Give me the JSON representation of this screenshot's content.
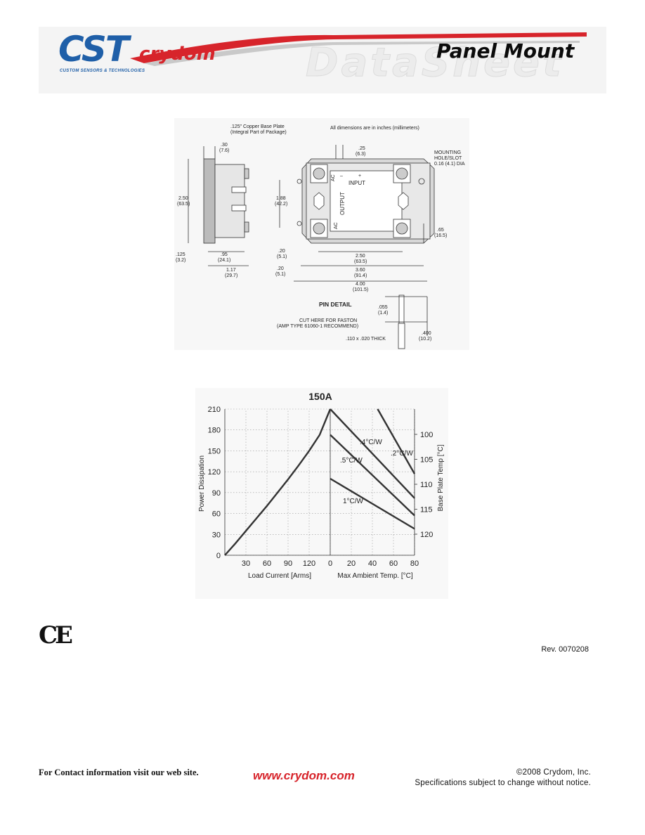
{
  "header": {
    "logo_cst": "CST",
    "logo_tagline": "CUSTOM SENSORS & TECHNOLOGIES",
    "logo_crydom": "crydom",
    "watermark": "DataSheet",
    "title": "Panel Mount",
    "colors": {
      "brand_blue": "#1f5fa8",
      "brand_red": "#d7242b"
    }
  },
  "drawing": {
    "base_plate_note_1": ".125\" Copper Base Plate",
    "base_plate_note_2": "(Integral Part of Package)",
    "units_note": "All dimensions are in inches (millimeters)",
    "dim_030": ".30",
    "dim_030_mm": "(7.6)",
    "dim_025": ".25",
    "dim_025_mm": "(6.3)",
    "mount_1": "MOUNTING",
    "mount_2": "HOLE/SLOT",
    "mount_3": "0.16 (4.1) DIA",
    "dim_250h": "2.50",
    "dim_250h_mm": "(63.5)",
    "dim_188": "1.88",
    "dim_188_mm": "(42.2)",
    "dim_065": ".65",
    "dim_065_mm": "(16.5)",
    "dim_0125": ".125",
    "dim_0125_mm": "(3.2)",
    "dim_095": ".95",
    "dim_095_mm": "(24.1)",
    "dim_117": "1.17",
    "dim_117_mm": "(29.7)",
    "dim_020a": ".20",
    "dim_020a_mm": "(5.1)",
    "dim_020b": ".20",
    "dim_020b_mm": "(5.1)",
    "dim_250w": "2.50",
    "dim_250w_mm": "(63.5)",
    "dim_360": "3.60",
    "dim_360_mm": "(91.4)",
    "dim_400": "4.00",
    "dim_400_mm": "(101.5)",
    "label_ac_top": "AC",
    "label_minus": "–",
    "label_plus": "+",
    "label_input": "INPUT",
    "label_output": "OUTPUT",
    "label_ac_bottom": "AC",
    "pin_detail": "PIN DETAIL",
    "dim_055": ".055",
    "dim_055_mm": "(1.4)",
    "cut_1": "CUT HERE FOR FASTON",
    "cut_2": "(AMP TYPE 61060-1 RECOMMEND)",
    "thick": ".110 x .020 THICK",
    "dim_0400": ".400",
    "dim_0400_mm": "(10.2)"
  },
  "chart_data": {
    "type": "line",
    "title": "150A",
    "left_panel": {
      "xlabel": "Load Current  [Arms]",
      "ylabel": "Power Dissipation",
      "xlim": [
        0,
        150
      ],
      "ylim": [
        0,
        210
      ],
      "xticks": [
        30,
        60,
        90,
        120
      ],
      "yticks": [
        0,
        30,
        60,
        90,
        120,
        150,
        180,
        210
      ],
      "series": [
        {
          "x": [
            0,
            15,
            30,
            45,
            60,
            75,
            90,
            105,
            120,
            135,
            150
          ],
          "y": [
            0,
            17,
            35,
            53,
            71,
            90,
            109,
            129,
            150,
            173,
            210
          ]
        }
      ]
    },
    "right_panel": {
      "xlabel": "Max Ambient Temp. [°C]",
      "ylabel": "Base Plate Temp [°C]",
      "xlim": [
        0,
        80
      ],
      "ylim": [
        0,
        210
      ],
      "xticks": [
        0,
        20,
        40,
        60,
        80
      ],
      "right_axis_ticks": [
        100,
        105,
        110,
        115,
        120
      ],
      "series": [
        {
          "name": ".2°C/W",
          "x": [
            45,
            80
          ],
          "y": [
            210,
            117
          ]
        },
        {
          "name": ".4°C/W",
          "x": [
            0,
            80
          ],
          "y": [
            210,
            82
          ]
        },
        {
          "name": ".5°C/W",
          "x": [
            0,
            80
          ],
          "y": [
            173,
            57
          ]
        },
        {
          "name": "1°C/W",
          "x": [
            0,
            80
          ],
          "y": [
            110,
            38
          ]
        }
      ]
    },
    "grid": true
  },
  "footer": {
    "ce_mark": "CE",
    "revision": "Rev. 0070208",
    "contact_line": "For Contact information visit our web site.",
    "website": "www.crydom.com",
    "copyright": "©2008 Crydom, Inc.",
    "disclaimer": "Specifications subject to change without notice."
  }
}
